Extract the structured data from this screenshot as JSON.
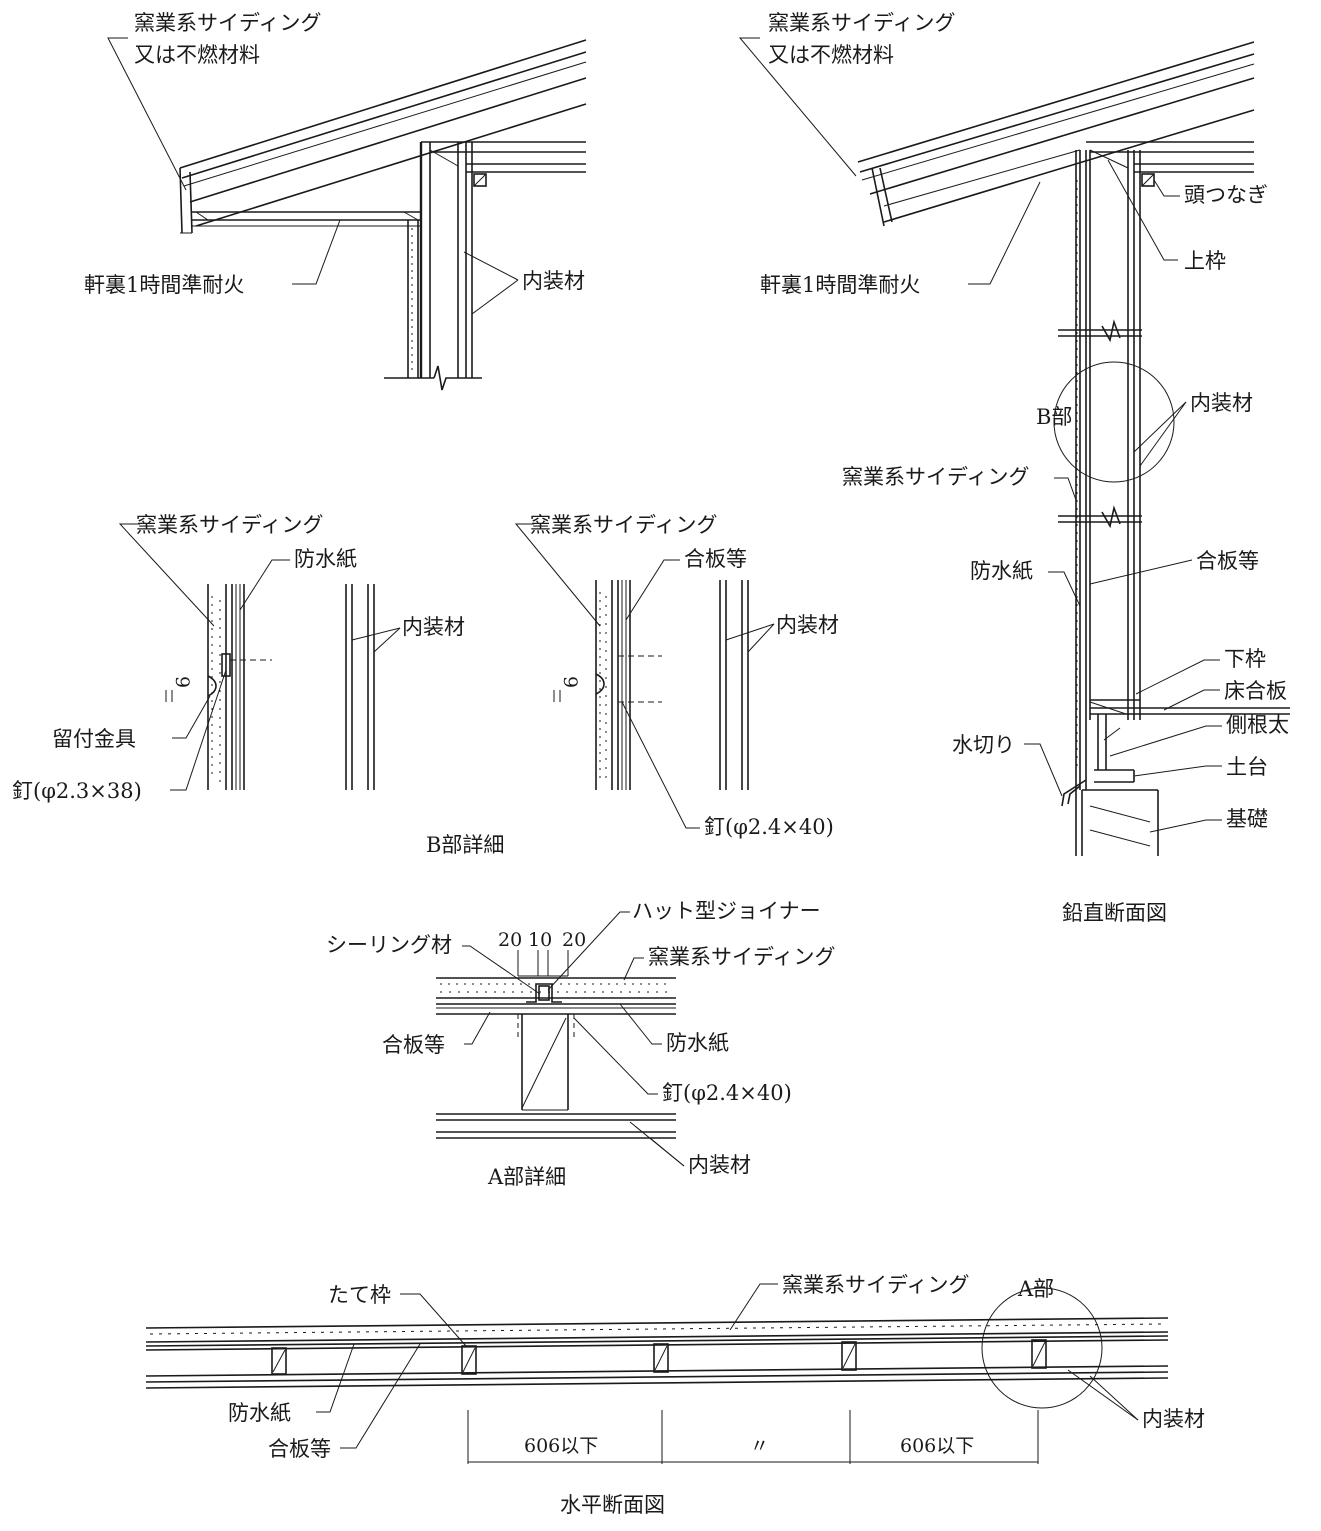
{
  "roof_left": {
    "siding_line1": "窯業系サイディング",
    "siding_line2": "又は不燃材料",
    "eave": "軒裏1時間準耐火",
    "interior": "内装材"
  },
  "vertical_section": {
    "title": "鉛直断面図",
    "siding_line1": "窯業系サイディング",
    "siding_line2": "又は不燃材料",
    "head_tie": "頭つなぎ",
    "top_plate": "上枠",
    "eave": "軒裏1時間準耐火",
    "b_part": "B部",
    "interior": "内装材",
    "siding": "窯業系サイディング",
    "waterproof": "防水紙",
    "plywood": "合板等",
    "bottom_plate": "下枠",
    "floor_plywood": "床合板",
    "rim_joist": "側根太",
    "drip": "水切り",
    "sill": "土台",
    "foundation": "基礎"
  },
  "b_detail": {
    "title": "B部詳細",
    "left": {
      "siding": "窯業系サイディング",
      "waterproof": "防水紙",
      "interior": "内装材",
      "gap": "9",
      "clip": "留付金具",
      "nail": "釘(φ2.3×38)"
    },
    "right": {
      "siding": "窯業系サイディング",
      "plywood": "合板等",
      "interior": "内装材",
      "gap": "9",
      "nail": "釘(φ2.4×40)"
    }
  },
  "a_detail": {
    "title": "A部詳細",
    "sealing": "シーリング材",
    "dim_a": "20",
    "dim_b": "10",
    "dim_c": "20",
    "hat_joiner": "ハット型ジョイナー",
    "siding": "窯業系サイディング",
    "plywood": "合板等",
    "waterproof": "防水紙",
    "nail": "釘(φ2.4×40)",
    "interior": "内装材"
  },
  "horizontal_section": {
    "title": "水平断面図",
    "stud": "たて枠",
    "siding": "窯業系サイディング",
    "a_part": "A部",
    "waterproof": "防水紙",
    "plywood": "合板等",
    "interior": "内装材",
    "span_left": "606以下",
    "span_mid": "〃",
    "span_right": "606以下"
  }
}
